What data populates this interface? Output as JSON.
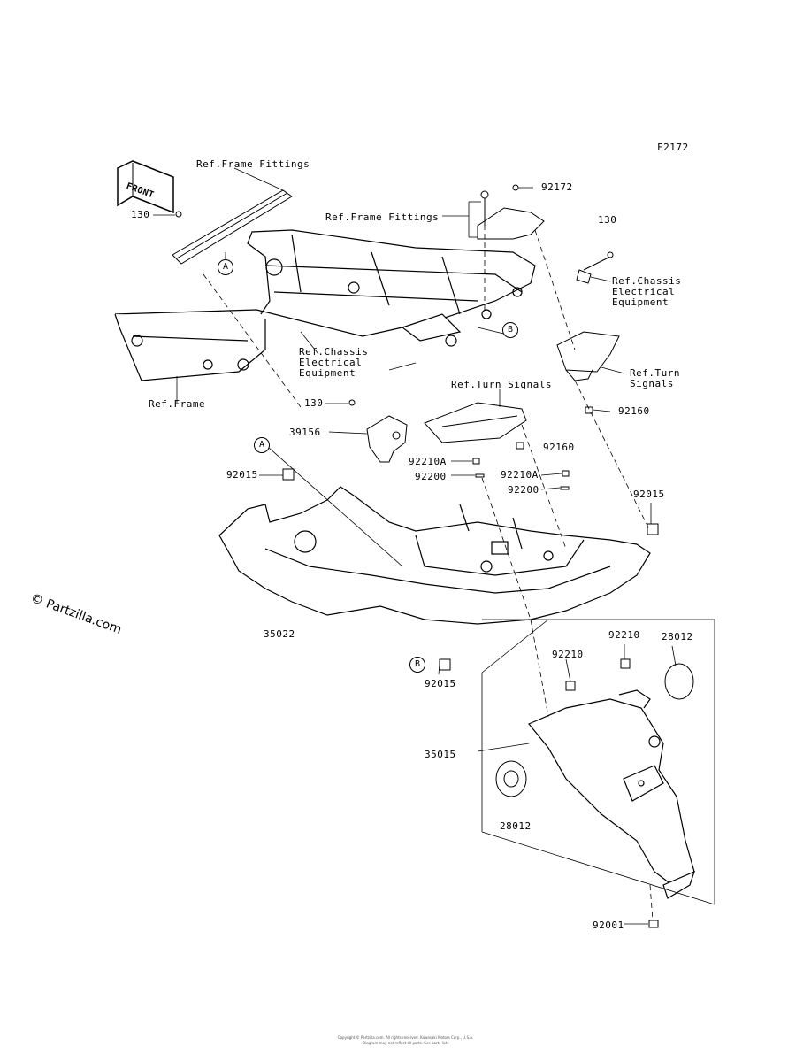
{
  "figure_code": "F2172",
  "front_marker": "FRONT",
  "watermark": "© Partzilla.com",
  "callouts": {
    "a_top": "A",
    "a_left": "A",
    "b_mid": "B",
    "b_low": "B"
  },
  "labels": {
    "ref_frame_fittings_1": "Ref.Frame Fittings",
    "ref_frame_fittings_2": "Ref.Frame Fittings",
    "ref_chassis_right": "Ref.Chassis\n    Electrical\n    Equipment",
    "ref_chassis_left": "Ref.Chassis\n  Electrical\n  Equipment",
    "ref_turn_right": "Ref.Turn\n  Signals",
    "ref_turn_mid": "Ref.Turn Signals",
    "ref_frame": "Ref.Frame",
    "p130_top_left": "130",
    "p130_top_right": "130",
    "p130_mid": "130",
    "p92172": "92172",
    "p92160_a": "92160",
    "p92160_b": "92160",
    "p39156": "39156",
    "p92210A_a": "92210A",
    "p92210A_b": "92210A",
    "p92200_a": "92200",
    "p92200_b": "92200",
    "p92015_left": "92015",
    "p92015_right": "92015",
    "p92015_bottom": "92015",
    "p35022": "35022",
    "p92210_a": "92210",
    "p92210_b": "92210",
    "p28012_right": "28012",
    "p28012_left": "28012",
    "p35015": "35015",
    "p92001": "92001"
  },
  "footer": {
    "line1": "Copyright © Partzilla.com. All rights reserved. Kawasaki Motors Corp., U.S.A.",
    "line2": "Diagram may not reflect all parts. See parts list."
  }
}
